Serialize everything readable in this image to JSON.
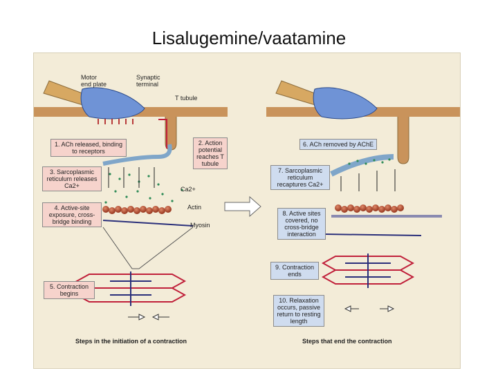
{
  "title": "Lisalugemine/vaatamine",
  "left": {
    "labels": {
      "motor_end_plate": "Motor\nend plate",
      "synaptic_terminal": "Synaptic\nterminal",
      "t_tubule": "T tubule",
      "ca": "Ca2+",
      "actin": "Actin",
      "myosin": "Myosin"
    },
    "steps": [
      "1. ACh released, binding to receptors",
      "2. Action potential reaches T tubule",
      "3. Sarcoplasmic reticulum releases Ca2+",
      "4. Active-site exposure, cross-bridge binding",
      "5. Contraction begins"
    ],
    "caption": "Steps in the initiation of a contraction"
  },
  "right": {
    "steps": [
      "6. ACh removed by AChE",
      "7. Sarcoplasmic reticulum recaptures Ca2+",
      "8. Active sites covered, no cross-bridge interaction",
      "9. Contraction ends",
      "10. Relaxation occurs, passive return to resting length"
    ],
    "caption": "Steps that end the contraction"
  },
  "colors": {
    "panel": "#f3ecd8",
    "muscle": "#c9935b",
    "terminal": "#6f93d6",
    "actin": "#b8583a",
    "myosin": "#2a2f7a",
    "sarcomere": "#c0203a",
    "ca_dots": "#2e8b57",
    "pink_box": "#f6d3cc",
    "blue_box": "#cfdcef"
  }
}
